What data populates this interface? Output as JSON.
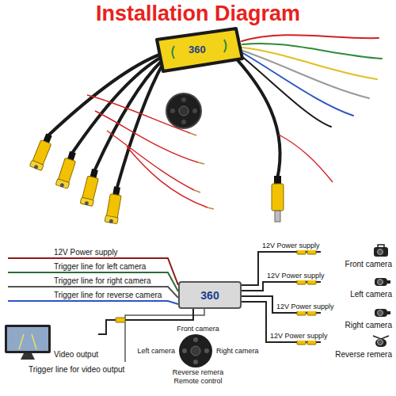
{
  "diagram": {
    "title": "Installation Diagram",
    "nodes": [
      {
        "text": [
          "360"
        ]
      },
      {
        "text": [
          "Front camera"
        ]
      },
      {
        "text": [
          "Left camera"
        ]
      },
      {
        "text": [
          "Right camera"
        ]
      },
      {
        "text": [
          "Reverse remera"
        ]
      },
      {
        "text": [
          "Video output"
        ]
      },
      {
        "text": [
          "Front camera",
          "Left camera",
          "Right camera",
          "Reverse remera",
          "Remote control"
        ]
      }
    ],
    "edges": [
      {
        "from": 0,
        "to": 1,
        "arrow": "none",
        "label": "12V Power supply"
      },
      {
        "from": 0,
        "to": 2,
        "arrow": "none",
        "label": "12V Power supply"
      },
      {
        "from": 0,
        "to": 3,
        "arrow": "none",
        "label": "12V Power supply"
      },
      {
        "from": 0,
        "to": 4,
        "arrow": "none",
        "label": "12V Power supply"
      },
      {
        "from": 0,
        "to": 5,
        "arrow": "none"
      }
    ],
    "labels": [
      "360",
      "12V Power supply",
      "Trigger line for left camera",
      "Trigger line for right camera",
      "Trigger line for reverse camera",
      "Trigger line for video output"
    ]
  }
}
